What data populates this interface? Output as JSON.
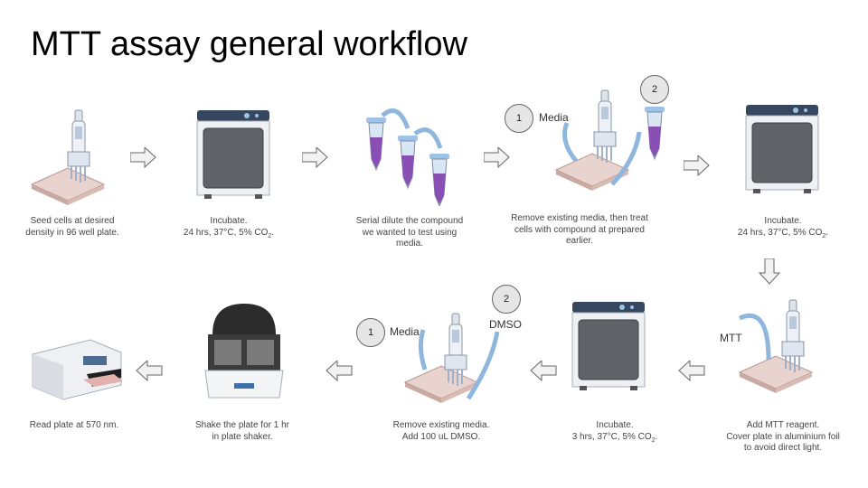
{
  "title": "MTT assay general workflow",
  "steps": [
    {
      "lines": [
        "Seed cells at desired",
        "density in 96 well plate."
      ]
    },
    {
      "lines": [
        "Incubate.",
        "24 hrs, 37°C, 5% CO"
      ],
      "sub": "2",
      "after": "."
    },
    {
      "lines": [
        "Serial dilute the compound",
        "we wanted to test using",
        "media."
      ]
    },
    {
      "lines": [
        "Remove existing media, then treat",
        "cells with compound at prepared",
        "earlier."
      ]
    },
    {
      "lines": [
        "Incubate.",
        "24 hrs, 37°C, 5% CO"
      ],
      "sub": "2",
      "after": "."
    },
    {
      "lines": [
        "Add MTT reagent.",
        "Cover plate in aluminium foil",
        "to avoid direct light."
      ]
    },
    {
      "lines": [
        "Incubate.",
        "3 hrs, 37°C, 5% CO"
      ],
      "sub": "2",
      "after": "."
    },
    {
      "lines": [
        "Remove existing media.",
        "Add 100 uL DMSO."
      ]
    },
    {
      "lines": [
        "Shake the plate for 1 hr",
        "in plate shaker."
      ]
    },
    {
      "lines": [
        "Read plate at 570 nm."
      ]
    }
  ],
  "badges": {
    "one": "1",
    "two": "2"
  },
  "labels": {
    "media": "Media",
    "dmso": "DMSO",
    "mtt": "MTT"
  }
}
